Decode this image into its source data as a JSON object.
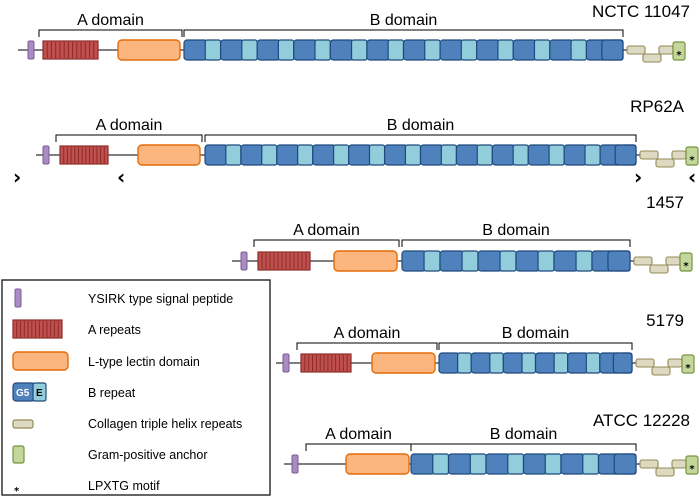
{
  "domain_labels": {
    "a": "A domain",
    "b": "B domain"
  },
  "strains": [
    {
      "name": "NCTC 11047",
      "b_repeats": 12
    },
    {
      "name": "RP62A",
      "b_repeats": 12
    },
    {
      "name": "1457",
      "b_repeats": 6
    },
    {
      "name": "5179",
      "b_repeats": 6
    },
    {
      "name": "ATCC 12228",
      "b_repeats": 6
    }
  ],
  "legend": [
    {
      "key": "ysirk",
      "label": "YSIRK type signal peptide"
    },
    {
      "key": "a_repeats",
      "label": "A repeats"
    },
    {
      "key": "lectin",
      "label": "L-type lectin domain"
    },
    {
      "key": "b_repeat",
      "label": "B repeat",
      "icon_text_1": "G5",
      "icon_text_2": "E"
    },
    {
      "key": "collagen",
      "label": "Collagen triple helix repeats"
    },
    {
      "key": "anchor",
      "label": "Gram-positive anchor"
    },
    {
      "key": "lpxtg",
      "label": "LPXTG motif",
      "icon_text": "*"
    }
  ],
  "symbols": {
    "star": "*",
    "chevron_right": "›",
    "chevron_left": "‹"
  },
  "colors": {
    "ysirk": "#a98cc4",
    "a_repeats": "#c0504d",
    "lectin": "#fbb57f",
    "g5": "#4f81bd",
    "e": "#92cddc",
    "collagen": "#ddd9c3",
    "anchor": "#c3d69b"
  }
}
